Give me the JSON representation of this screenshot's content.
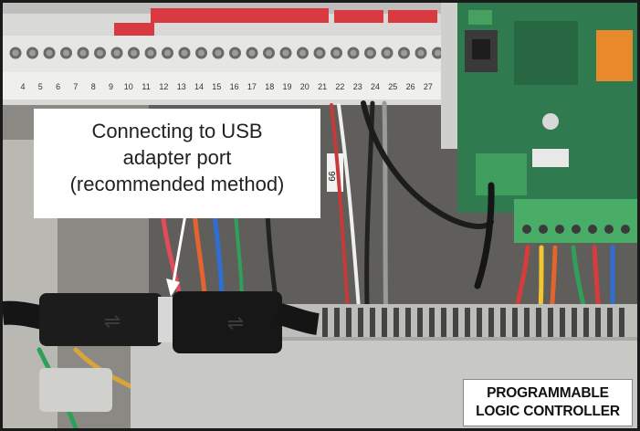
{
  "callout": {
    "lines": [
      "Connecting to USB",
      "adapter port",
      "(recommended method)"
    ]
  },
  "plc_label": {
    "lines": [
      "PROGRAMMABLE",
      "LOGIC CONTROLLER"
    ]
  },
  "terminal_numbers": [
    "4",
    "5",
    "6",
    "7",
    "8",
    "9",
    "10",
    "11",
    "12",
    "13",
    "14",
    "15",
    "16",
    "17",
    "18",
    "19",
    "20",
    "21",
    "22",
    "23",
    "24",
    "25",
    "26",
    "27"
  ],
  "wire_marker": "66",
  "colors": {
    "terminal_block": "#d9d9d7",
    "terminal_red": "#d9393f",
    "circuit_board": "#2f7a4f",
    "wire_duct": "#c8c8c5",
    "usb_cable": "#151515"
  }
}
